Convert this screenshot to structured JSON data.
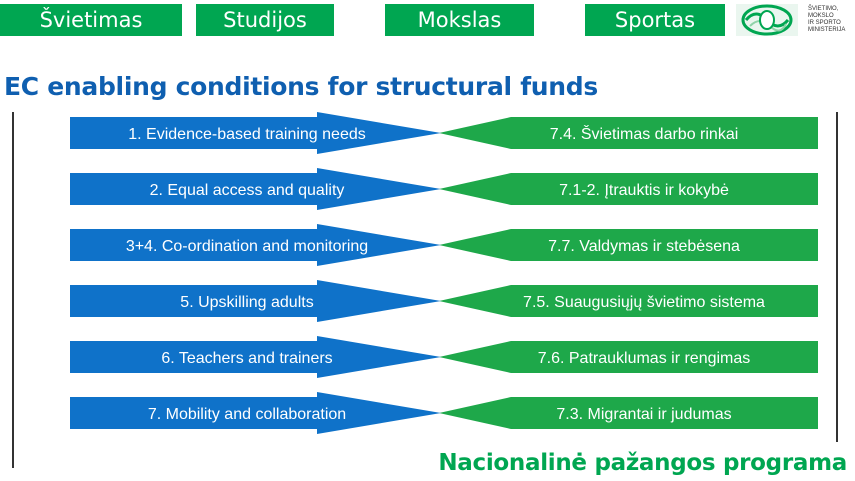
{
  "tabs": [
    {
      "label": "Švietimas"
    },
    {
      "label": "Studijos"
    },
    {
      "label": "Mokslas"
    },
    {
      "label": "Sportas"
    }
  ],
  "logo": {
    "lines": [
      "ŠVIETIMO,",
      "MOKSLO",
      "IR SPORTO",
      "MINISTERIJA"
    ],
    "icon": "ministry-emblem-icon"
  },
  "title": "EC enabling conditions for structural funds",
  "subtitle": "Nacionalinė pažangos programa",
  "colors": {
    "blue": "#0f72c9",
    "green": "#1ea84a",
    "title_blue": "#0f5fb0",
    "tab_green": "#00a651"
  },
  "rows": [
    {
      "left": "1. Evidence-based training needs",
      "right": "7.4. Švietimas darbo rinkai"
    },
    {
      "left": "2. Equal access and quality",
      "right": "7.1-2. Įtrauktis ir kokybė"
    },
    {
      "left": "3+4. Co-ordination and monitoring",
      "right": "7.7. Valdymas ir stebėsena"
    },
    {
      "left": "5. Upskilling adults",
      "right": "7.5. Suaugusiųjų švietimo sistema"
    },
    {
      "left": "6. Teachers and trainers",
      "right": "7.6. Patrauklumas ir rengimas"
    },
    {
      "left": "7. Mobility and collaboration",
      "right": "7.3. Migrantai ir judumas"
    }
  ]
}
